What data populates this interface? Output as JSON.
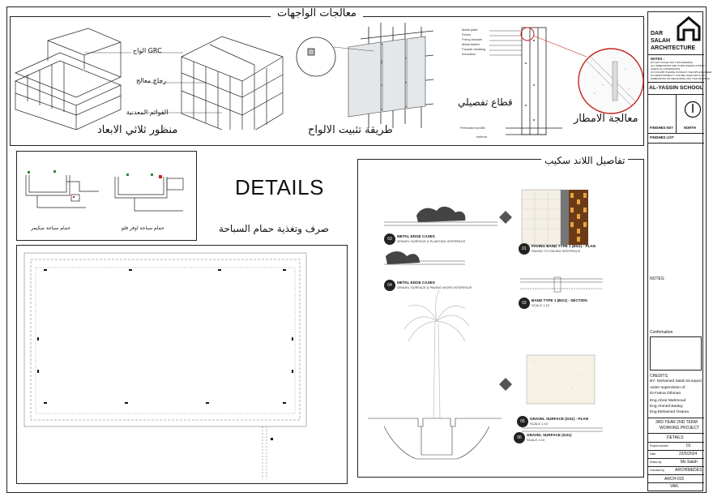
{
  "top_panel": {
    "title": "معالجات الواجهات",
    "view_3d_caption": "منظور ثلاثي الابعاد",
    "labels_3d": [
      "الواح GRC",
      "زجاج معالج",
      "القوائم المعدنية"
    ],
    "fixing_caption": "طريقة تثبيت الالواح",
    "section_caption": "قطاع تفصيلي",
    "weather_caption": "معالجة الامطار",
    "section_notes": [
      "Metal plate",
      "Screw",
      "Fixing bracket",
      "Metal batten",
      "Facade cladding",
      "Insulation"
    ],
    "section_bottom_notes": [
      "Perforated profile",
      "exterior"
    ]
  },
  "pool_panel": {
    "skimmer_caption": "حمام سباحة سكيمر",
    "overflow_caption": "حمام سباحة اوفر فلو",
    "details_title": "DETAILS",
    "drain_title": "صرف وتغذية حمام السباحة"
  },
  "landscape": {
    "title": "تفاصيل اللاند سكيب",
    "details": [
      {
        "num": "03",
        "title": "METAL EDGE CASES",
        "sub": "GRAVEL SURFACE & PLANTING INTERFACE"
      },
      {
        "num": "04",
        "title": "METAL EDGE CASES",
        "sub": "GRAVEL SURFACE & PAVING WORD INTERFACE"
      },
      {
        "num": "01",
        "title": "PAVING BAND TYPE 1 (BG1) - PLAN",
        "sub": "PAVING TO PAVING INTERFACE"
      },
      {
        "num": "02",
        "title": "BAND TYPE 1 (BG1) - SECTION",
        "sub": "SCALE 1:10"
      },
      {
        "num": "05",
        "title": "GRAVEL SURFACE (GS1) - PLAN",
        "sub": "SCALE 1:10"
      },
      {
        "num": "06",
        "title": "GRAVEL SURFACE (GS1)",
        "sub": "SCALE 1:10"
      }
    ]
  },
  "title_block": {
    "firm": [
      "DAR",
      "SALAH",
      "ARCHITECTURE"
    ],
    "notes_head": "NOTES :",
    "notes_lines": [
      "DO NOT SCALE OFF THIS DRAWING",
      "ALL DIMENSIONS ARE IN MM UNLESS STATED",
      "CHECK ALL DIMENSIONS",
      "IF IN DOUBT PLEASE CONSULT THE DPS ENGINEER",
      "NO RESPONSIBILITY CAN BE TAKEN WITH ANY",
      "DIMENSIONS OR MEASURING OFF THIS DRAWING"
    ],
    "project": "AL-YASSIN SCHOOL",
    "finishes_key": "FINISHES KEY",
    "north": "NORTH",
    "finishes_list": "FINISHES LIST",
    "notes2": "NOTES:",
    "confirmation": "Confirmation",
    "credits_head": "CREDITS",
    "credits": [
      "BY: Mohamed Salah ELsayed",
      "under supervision of :",
      "Dr.Fatma Othman",
      "Eng.Abrar Mahmoud",
      "Eng.Ahmed Badwy",
      "Eng.Mohamed Osama"
    ],
    "stage": [
      "3RD YEAR 2ND TERM",
      "WORKING PROJECT"
    ],
    "sheet_title": "DETAILS",
    "rows": [
      {
        "k": "Project number",
        "v": "01"
      },
      {
        "k": "Date",
        "v": "22/5/2024"
      },
      {
        "k": "Drawn by",
        "v": "Ms Salah"
      },
      {
        "k": "Checked by",
        "v": "ARCHIMEDES"
      }
    ],
    "sheet_number": "ARCH-015",
    "scale": "VAR."
  }
}
